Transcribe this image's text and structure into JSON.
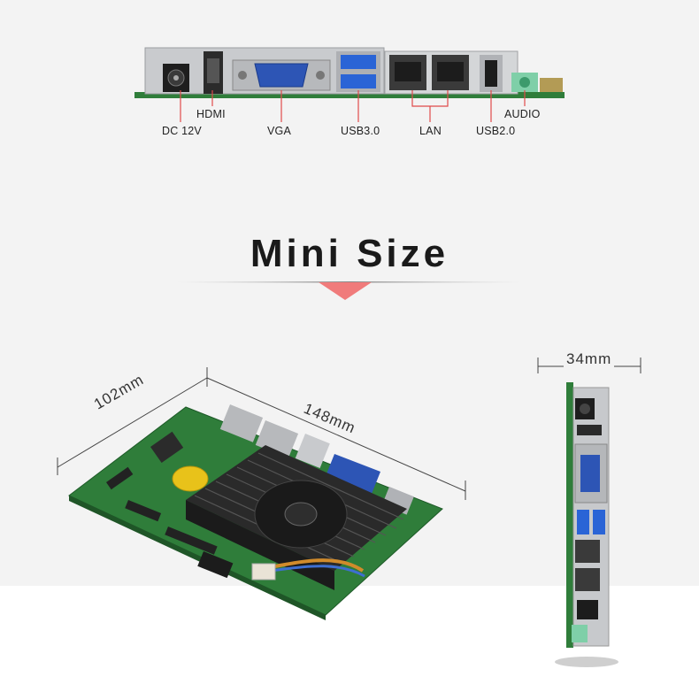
{
  "io_panel": {
    "ports": [
      {
        "id": "dc",
        "label": "DC 12V"
      },
      {
        "id": "hdmi",
        "label": "HDMI"
      },
      {
        "id": "vga",
        "label": "VGA"
      },
      {
        "id": "usb3",
        "label": "USB3.0"
      },
      {
        "id": "lan",
        "label": "LAN"
      },
      {
        "id": "usb2",
        "label": "USB2.0"
      },
      {
        "id": "audio",
        "label": "AUDIO"
      }
    ]
  },
  "title": "Mini Size",
  "dimensions": {
    "width": "102mm",
    "length": "148mm",
    "height": "34mm"
  },
  "colors": {
    "accent": "#f07b7b",
    "label_line": "#e04a4a",
    "pcb": "#2f7d3a",
    "heatsink": "#2a2a2a"
  }
}
